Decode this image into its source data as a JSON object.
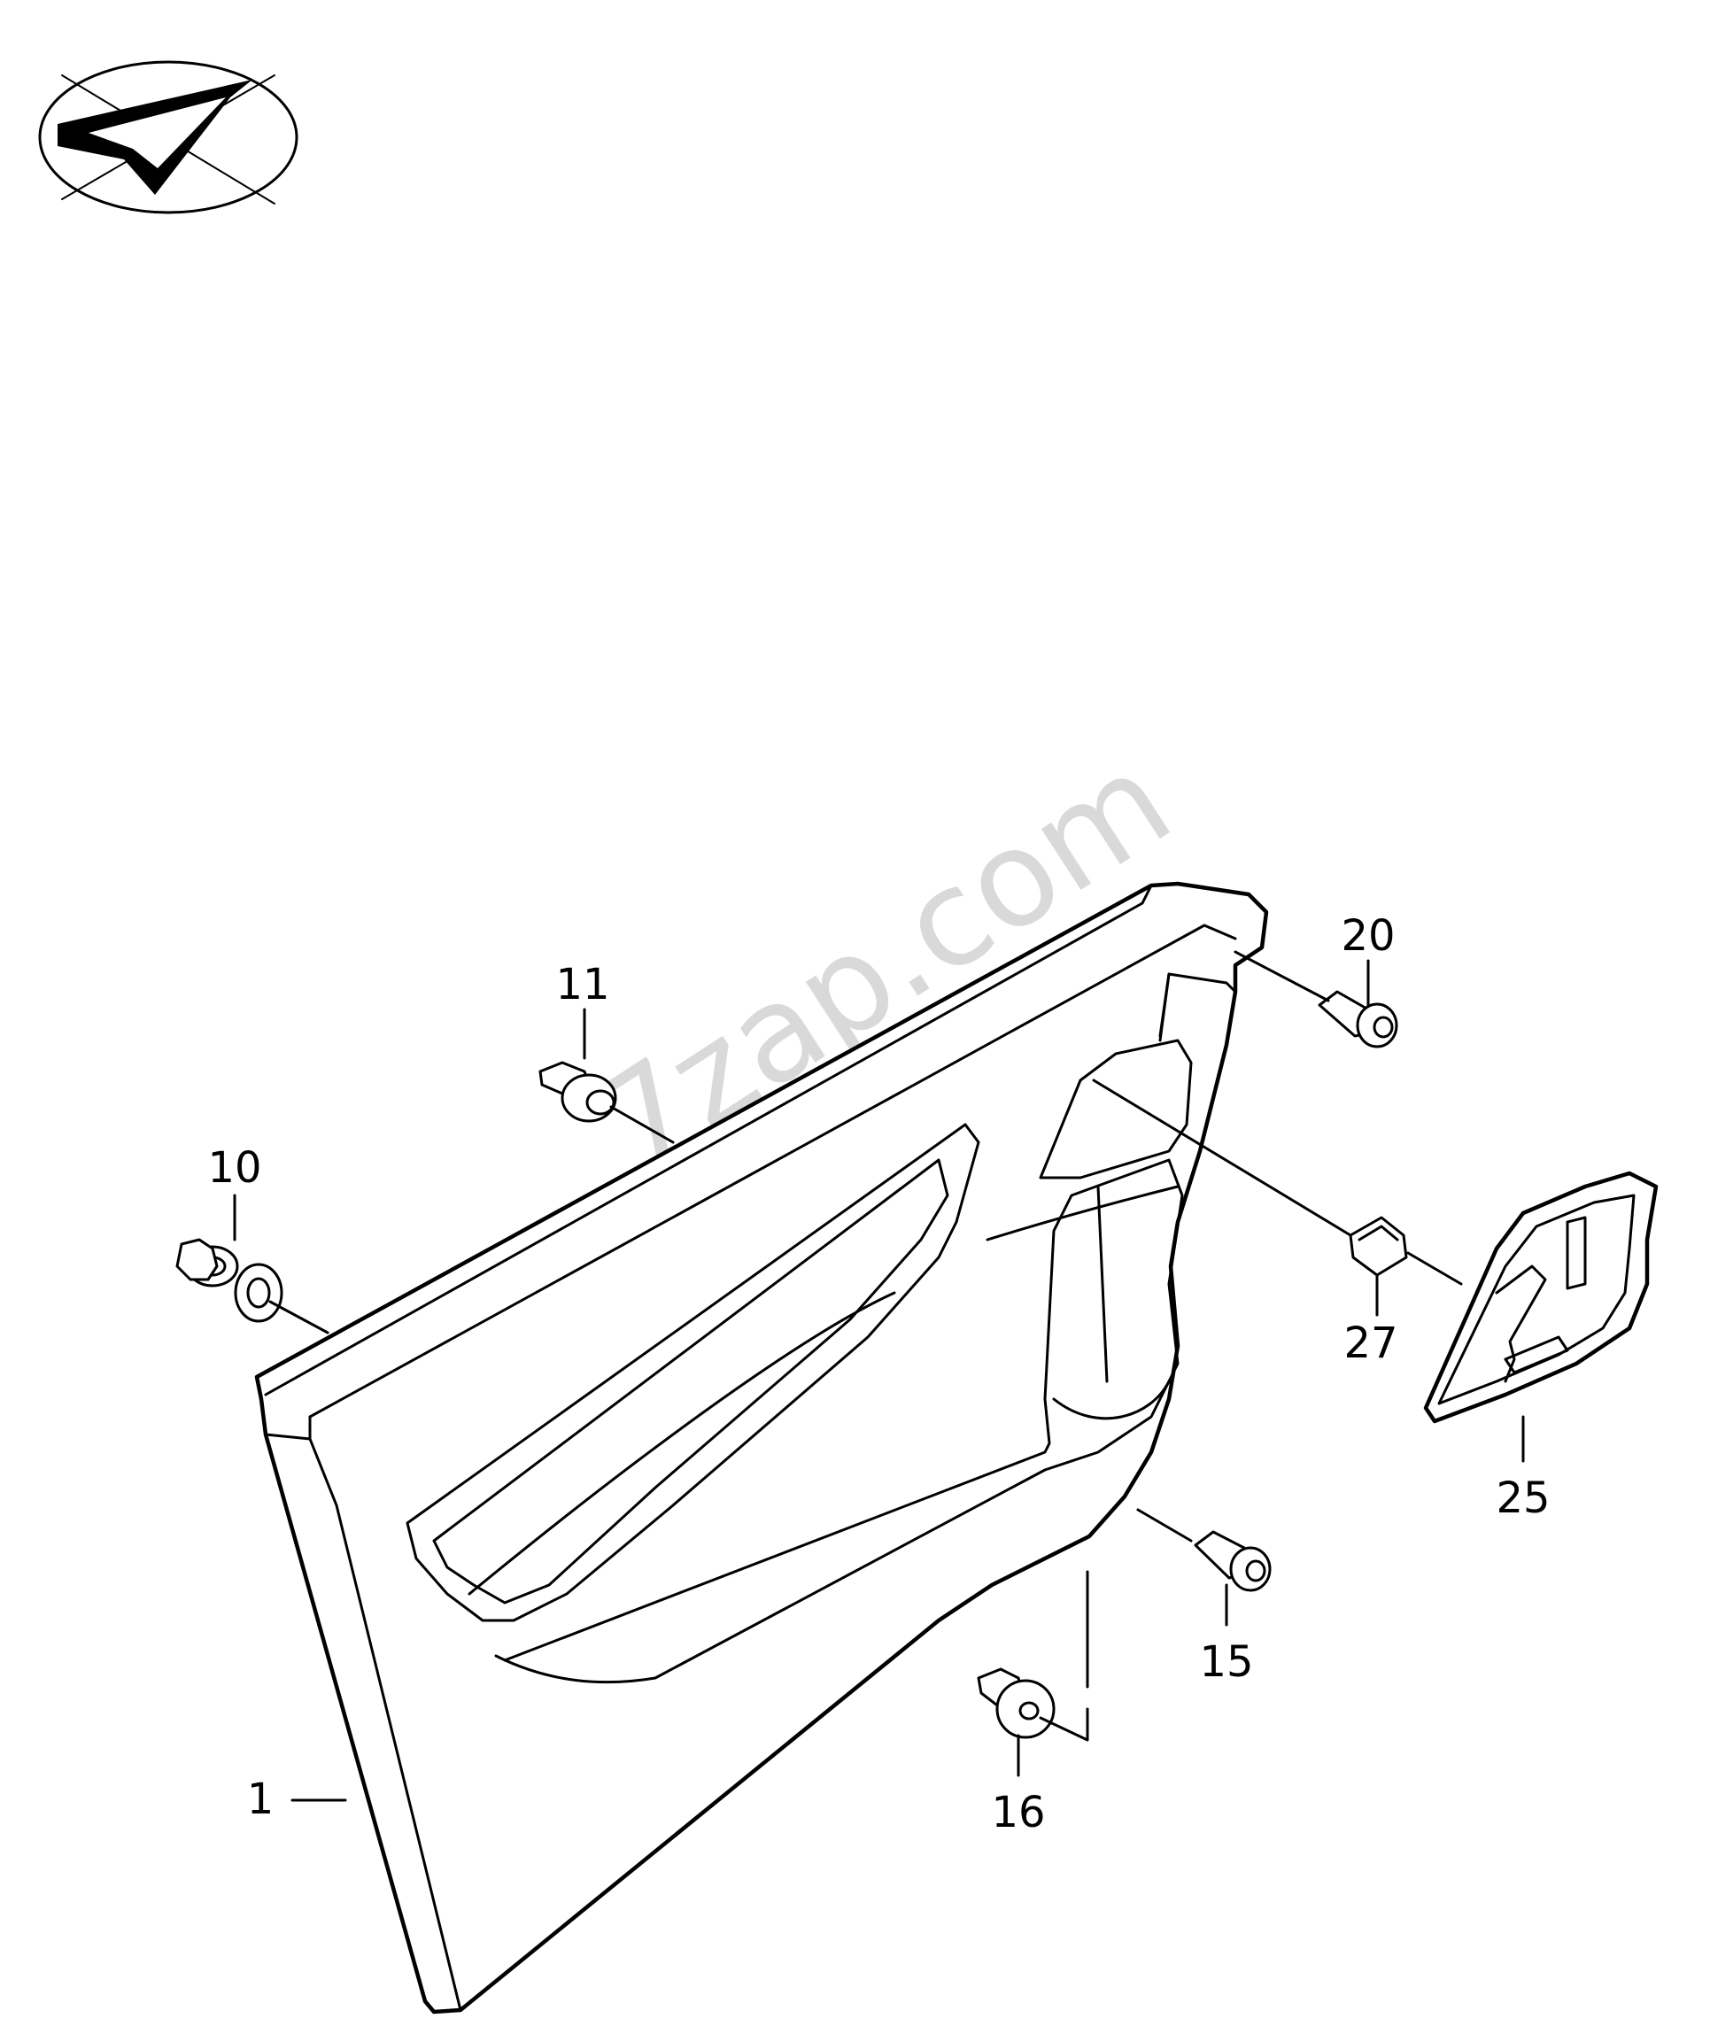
{
  "watermark": "7zap.com",
  "colors": {
    "line": "#000000",
    "background": "#ffffff",
    "watermark": "#d9d9d9"
  },
  "logo": {
    "icon": "vw-check-logo-icon"
  },
  "parts": [
    {
      "id": "p1",
      "label": "1"
    },
    {
      "id": "p10",
      "label": "10"
    },
    {
      "id": "p11",
      "label": "11"
    },
    {
      "id": "p15",
      "label": "15"
    },
    {
      "id": "p16",
      "label": "16"
    },
    {
      "id": "p20",
      "label": "20"
    },
    {
      "id": "p25",
      "label": "25"
    },
    {
      "id": "p27",
      "label": "27"
    }
  ]
}
